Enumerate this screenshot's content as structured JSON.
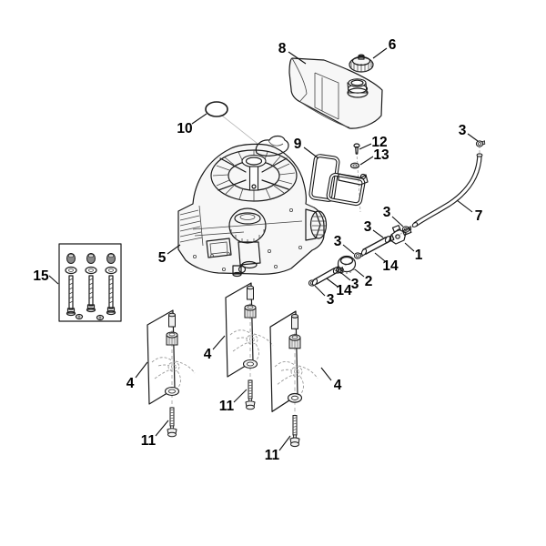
{
  "colors": {
    "line": "#1a1a1a",
    "ghost": "#9a9a9a",
    "background": "#ffffff"
  },
  "labels": [
    {
      "text": "8",
      "part": "fuel-tank"
    },
    {
      "text": "6",
      "part": "fuel-cap"
    },
    {
      "text": "10",
      "part": "o-ring"
    },
    {
      "text": "9",
      "part": "wire-bracket"
    },
    {
      "text": "12",
      "part": "small-screw"
    },
    {
      "text": "13",
      "part": "small-washer"
    },
    {
      "text": "3",
      "part": "hose-clip"
    },
    {
      "text": "7",
      "part": "fuel-hose"
    },
    {
      "text": "3",
      "part": "hose-clip"
    },
    {
      "text": "1",
      "part": "connector-valve"
    },
    {
      "text": "3",
      "part": "hose-clip"
    },
    {
      "text": "14",
      "part": "hose-piece"
    },
    {
      "text": "3",
      "part": "hose-clip"
    },
    {
      "text": "2",
      "part": "primer-valve"
    },
    {
      "text": "3",
      "part": "hose-clip"
    },
    {
      "text": "14",
      "part": "hose-piece"
    },
    {
      "text": "3",
      "part": "hose-clip"
    },
    {
      "text": "5",
      "part": "engine"
    },
    {
      "text": "15",
      "part": "screw-kit-box"
    },
    {
      "text": "4",
      "part": "blade-mount-kit"
    },
    {
      "text": "11",
      "part": "blade-bolt"
    },
    {
      "text": "4",
      "part": "blade-mount-kit"
    },
    {
      "text": "11",
      "part": "blade-bolt"
    },
    {
      "text": "4",
      "part": "blade-mount-kit"
    },
    {
      "text": "11",
      "part": "blade-bolt"
    }
  ]
}
